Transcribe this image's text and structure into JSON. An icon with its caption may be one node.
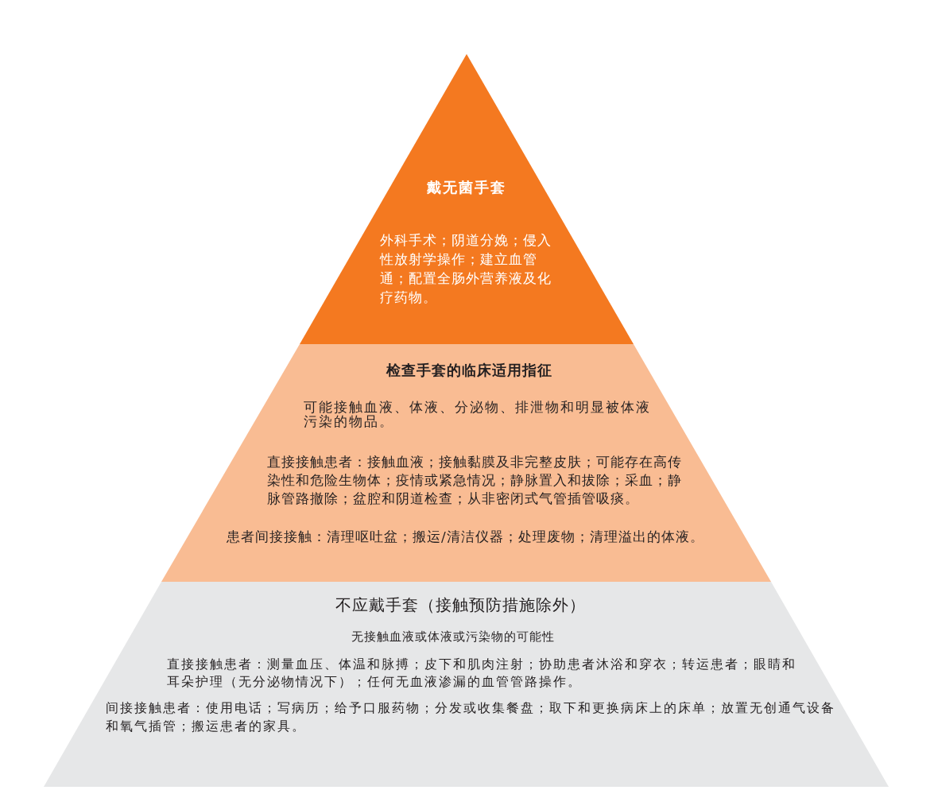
{
  "diagram": {
    "nodes": [
      {
        "text": [
          "戴无菌手套",
          "外科手术；阴道分娩；侵入性放射学操作；建立血管通；配置全肠外营养液及化疗药物。"
        ]
      },
      {
        "text": [
          "检查手套的临床适用指征",
          "可能接触血液、体液、分泌物、排泄物和明显被体液污染的物品。",
          "直接接触患者：接触血液；接触黏膜及非完整皮肤；可能存在高传染性和危险生物体；疫情或紧急情况；静脉置入和拔除；采血；静脉管路撤除；盆腔和阴道检查；从非密闭式气管插管吸痰。",
          "患者间接接触：清理呕吐盆；搬运/清洁仪器；处理废物；清理溢出的体液。"
        ]
      },
      {
        "text": [
          "不应戴手套（接触预防措施除外）",
          "无接触血液或体液或污染物的可能性",
          "直接接触患者：测量血压、体温和脉搏；皮下和肌肉注射；协助患者沐浴和穿衣；转运患者；眼睛和耳朵护理（无分泌物情况下）；任何无血液渗漏的血管管路操作。",
          "间接接触患者：使用电话；写病历；给予口服药物；分发或收集餐盘；取下和更换病床上的床单；放置无创通气设备和氧气插管；搬运患者的家具。"
        ]
      }
    ]
  }
}
